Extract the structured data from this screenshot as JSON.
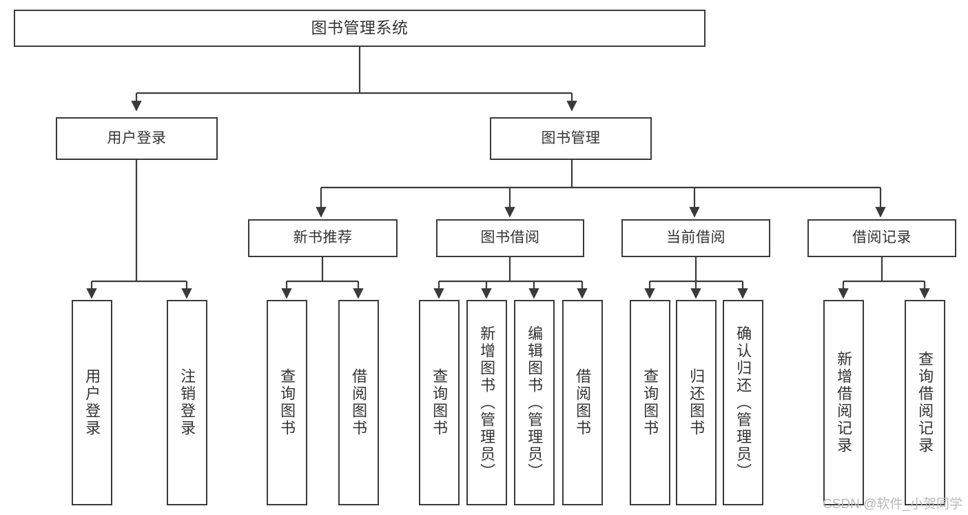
{
  "diagram": {
    "type": "tree-hierarchy",
    "title": "图书管理系统",
    "root": {
      "label": "图书管理系统"
    },
    "level2": [
      {
        "label": "用户登录"
      },
      {
        "label": "图书管理"
      }
    ],
    "level3": [
      {
        "label": "新书推荐"
      },
      {
        "label": "图书借阅"
      },
      {
        "label": "当前借阅"
      },
      {
        "label": "借阅记录"
      }
    ],
    "leaves": [
      {
        "label": "用户登录",
        "parent": "用户登录"
      },
      {
        "label": "注销登录",
        "parent": "用户登录"
      },
      {
        "label": "查询图书",
        "parent": "新书推荐"
      },
      {
        "label": "借阅图书",
        "parent": "新书推荐"
      },
      {
        "label": "查询图书",
        "parent": "图书借阅"
      },
      {
        "label": "新增图书（管理员）",
        "parent": "图书借阅"
      },
      {
        "label": "编辑图书（管理员）",
        "parent": "图书借阅"
      },
      {
        "label": "借阅图书",
        "parent": "图书借阅"
      },
      {
        "label": "查询图书",
        "parent": "当前借阅"
      },
      {
        "label": "归还图书",
        "parent": "当前借阅"
      },
      {
        "label": "确认归还（管理员）",
        "parent": "当前借阅"
      },
      {
        "label": "新增借阅记录",
        "parent": "借阅记录"
      },
      {
        "label": "查询借阅记录",
        "parent": "借阅记录"
      }
    ]
  },
  "watermark": {
    "text": "CSDN @软件_小贺同学"
  },
  "colors": {
    "border": "#3a3a3a",
    "text": "#333333",
    "background": "#ffffff",
    "watermark": "#b9b9b9"
  }
}
